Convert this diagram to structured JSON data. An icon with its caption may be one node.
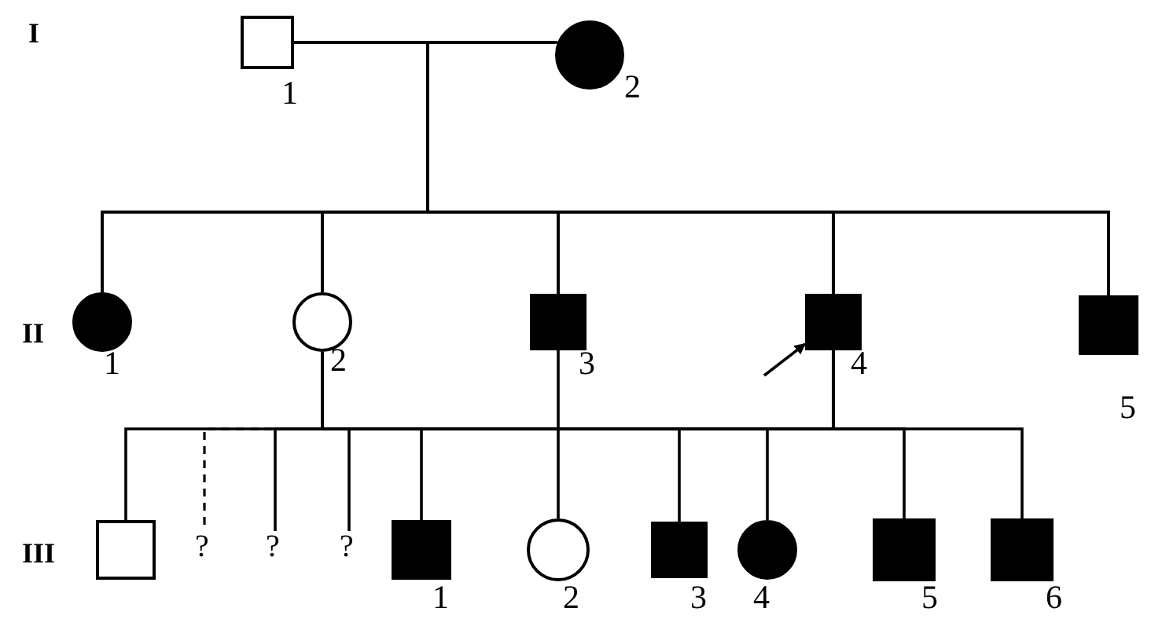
{
  "diagram": {
    "nodes": [
      {
        "text": [
          "1"
        ]
      },
      {
        "text": [
          "2"
        ]
      },
      {
        "text": [
          "1"
        ]
      },
      {
        "text": [
          "2"
        ]
      },
      {
        "text": [
          "3"
        ]
      },
      {
        "text": [
          "4"
        ]
      },
      {
        "text": [
          "5"
        ]
      },
      {
        "text": [],
        "shape": "box"
      },
      {
        "text": [
          "?"
        ]
      },
      {
        "text": [
          "?"
        ]
      },
      {
        "text": [
          "?"
        ]
      },
      {
        "text": [
          "1"
        ]
      },
      {
        "text": [
          "2"
        ]
      },
      {
        "text": [
          "3"
        ]
      },
      {
        "text": [
          "4"
        ]
      },
      {
        "text": [
          "5"
        ]
      },
      {
        "text": [
          "6"
        ]
      }
    ],
    "edges": [
      {
        "from": 0,
        "to": 1,
        "arrow": "none"
      },
      {
        "from": 0,
        "to": 2,
        "arrow": "none"
      },
      {
        "from": 0,
        "to": 3,
        "arrow": "none"
      },
      {
        "from": 0,
        "to": 4,
        "arrow": "none"
      },
      {
        "from": 0,
        "to": 5,
        "arrow": "none"
      },
      {
        "from": 0,
        "to": 6,
        "arrow": "none"
      },
      {
        "from": 1,
        "to": 2,
        "arrow": "none"
      },
      {
        "from": 1,
        "to": 3,
        "arrow": "none"
      },
      {
        "from": 1,
        "to": 4,
        "arrow": "none"
      },
      {
        "from": 1,
        "to": 5,
        "arrow": "none"
      },
      {
        "from": 1,
        "to": 6,
        "arrow": "none"
      },
      {
        "from": 3,
        "to": 7,
        "arrow": "none"
      },
      {
        "from": 3,
        "to": 8,
        "arrow": "none",
        "style": "dashed"
      },
      {
        "from": 3,
        "to": 9,
        "arrow": "none"
      },
      {
        "from": 3,
        "to": 10,
        "arrow": "none"
      },
      {
        "from": 3,
        "to": 11,
        "arrow": "none"
      },
      {
        "from": 4,
        "to": 12,
        "arrow": "none"
      },
      {
        "from": 5,
        "to": 13,
        "arrow": "none"
      },
      {
        "from": 5,
        "to": 14,
        "arrow": "none"
      },
      {
        "from": 5,
        "to": 15,
        "arrow": "none"
      },
      {
        "from": 5,
        "to": 16,
        "arrow": "none"
      },
      {
        "from": null,
        "to": 5,
        "arrow": "to"
      }
    ],
    "labels": [
      "I",
      "II",
      "III"
    ]
  }
}
